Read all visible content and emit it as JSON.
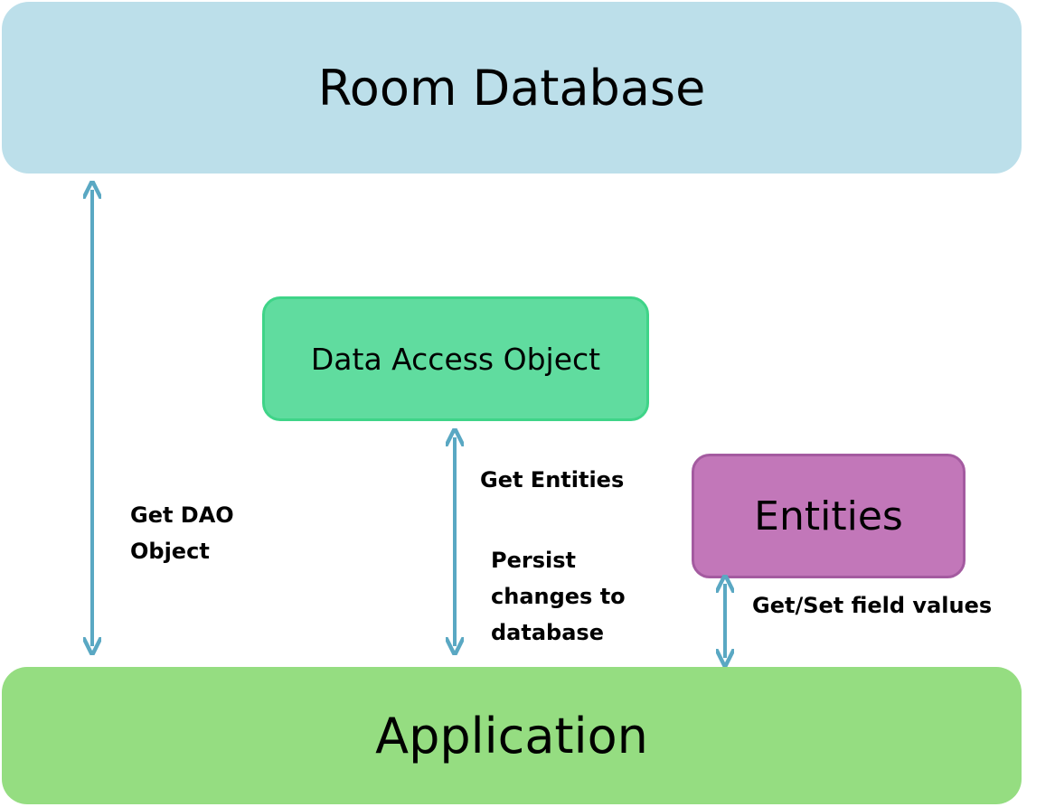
{
  "colors": {
    "room_fill": "#bcdfea",
    "app_fill": "#95dd81",
    "dao_fill": "#60dc9f",
    "entities_fill": "#c277b9",
    "arrow": "#5aa8c3"
  },
  "boxes": {
    "room_database": "Room Database",
    "dao": "Data Access Object",
    "entities": "Entities",
    "application": "Application"
  },
  "labels": {
    "get_dao_line1": "Get DAO",
    "get_dao_line2": "Object",
    "get_entities": "Get Entities",
    "persist_line1": "Persist",
    "persist_line2": "changes to",
    "persist_line3": "database",
    "get_set": "Get/Set field values"
  }
}
